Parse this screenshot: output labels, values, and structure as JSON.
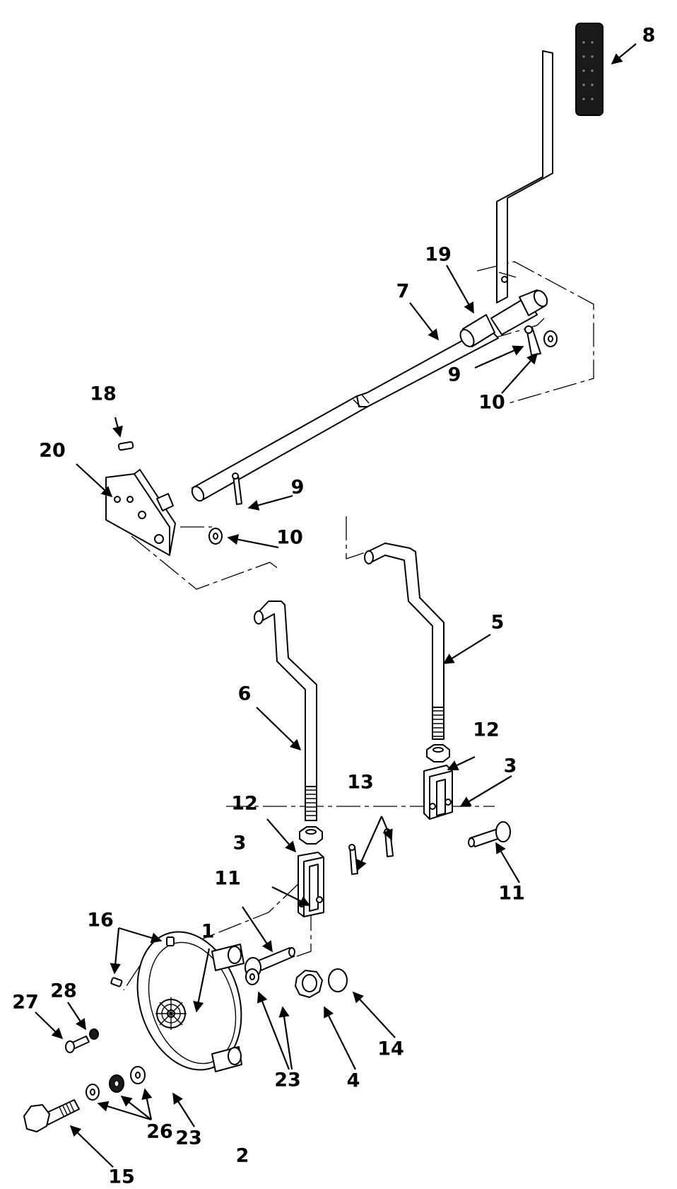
{
  "callouts": {
    "c1": "1",
    "c2": "2",
    "c3a": "3",
    "c3b": "3",
    "c4": "4",
    "c5": "5",
    "c6": "6",
    "c7": "7",
    "c8": "8",
    "c9a": "9",
    "c9b": "9",
    "c10a": "10",
    "c10b": "10",
    "c11a": "11",
    "c11b": "11",
    "c12a": "12",
    "c12b": "12",
    "c13": "13",
    "c14": "14",
    "c15": "15",
    "c16": "16",
    "c18": "18",
    "c19": "19",
    "c20": "20",
    "c23a": "23",
    "c23b": "23",
    "c26": "26",
    "c27": "27",
    "c28": "28"
  }
}
